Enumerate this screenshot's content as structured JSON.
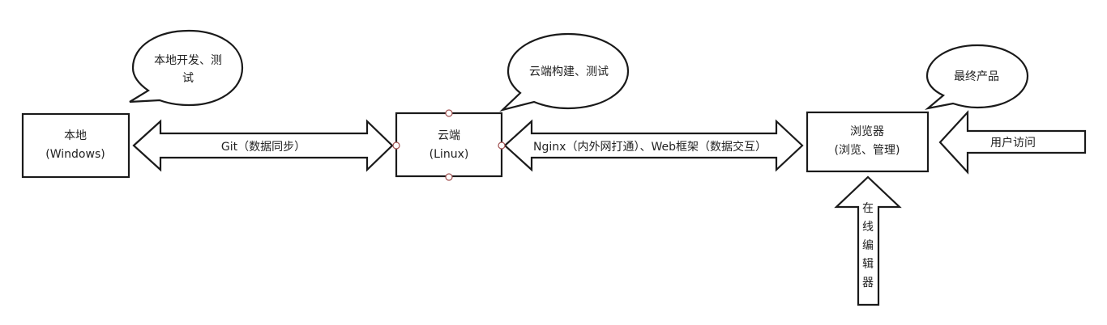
{
  "nodes": {
    "local": {
      "line1": "本地",
      "line2": "(Windows)"
    },
    "cloud": {
      "line1": "云端",
      "line2": "(Linux)"
    },
    "browser": {
      "line1": "浏览器",
      "line2": "(浏览、管理)"
    }
  },
  "arrows": {
    "git_sync": "Git（数据同步）",
    "nginx_web": "Nginx（内外网打通）、Web框架（数据交互）",
    "user_access": "用户访问",
    "online_editor": [
      "在",
      "线",
      "编",
      "辑",
      "器"
    ]
  },
  "bubbles": {
    "local_dev": {
      "line1": "本地开发、测",
      "line2": "试"
    },
    "cloud_build": "云端构建、测试",
    "final_product": "最终产品"
  },
  "colors": {
    "stroke": "#1a1a1a",
    "fill": "#ffffff",
    "text": "#222222",
    "handle": "#a05050"
  }
}
